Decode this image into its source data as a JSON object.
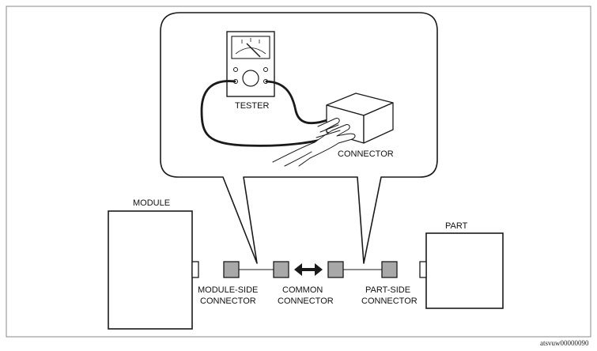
{
  "labels": {
    "tester": "TESTER",
    "connector": "CONNECTOR",
    "module": "MODULE",
    "part": "PART",
    "module_side_line1": "MODULE-SIDE",
    "module_side_line2": "CONNECTOR",
    "common_line1": "COMMON",
    "common_line2": "CONNECTOR",
    "part_side_line1": "PART-SIDE",
    "part_side_line2": "CONNECTOR"
  },
  "image_code": "atsvuw00000090",
  "colors": {
    "outline": "#1a1a1a",
    "connector_fill": "#a8a8a8",
    "tester_screen": "#ffffff",
    "box_fill": "#ffffff"
  },
  "icons": {
    "double_arrow": "double-arrow-icon",
    "tester": "multimeter-icon",
    "hand": "hand-icon"
  }
}
